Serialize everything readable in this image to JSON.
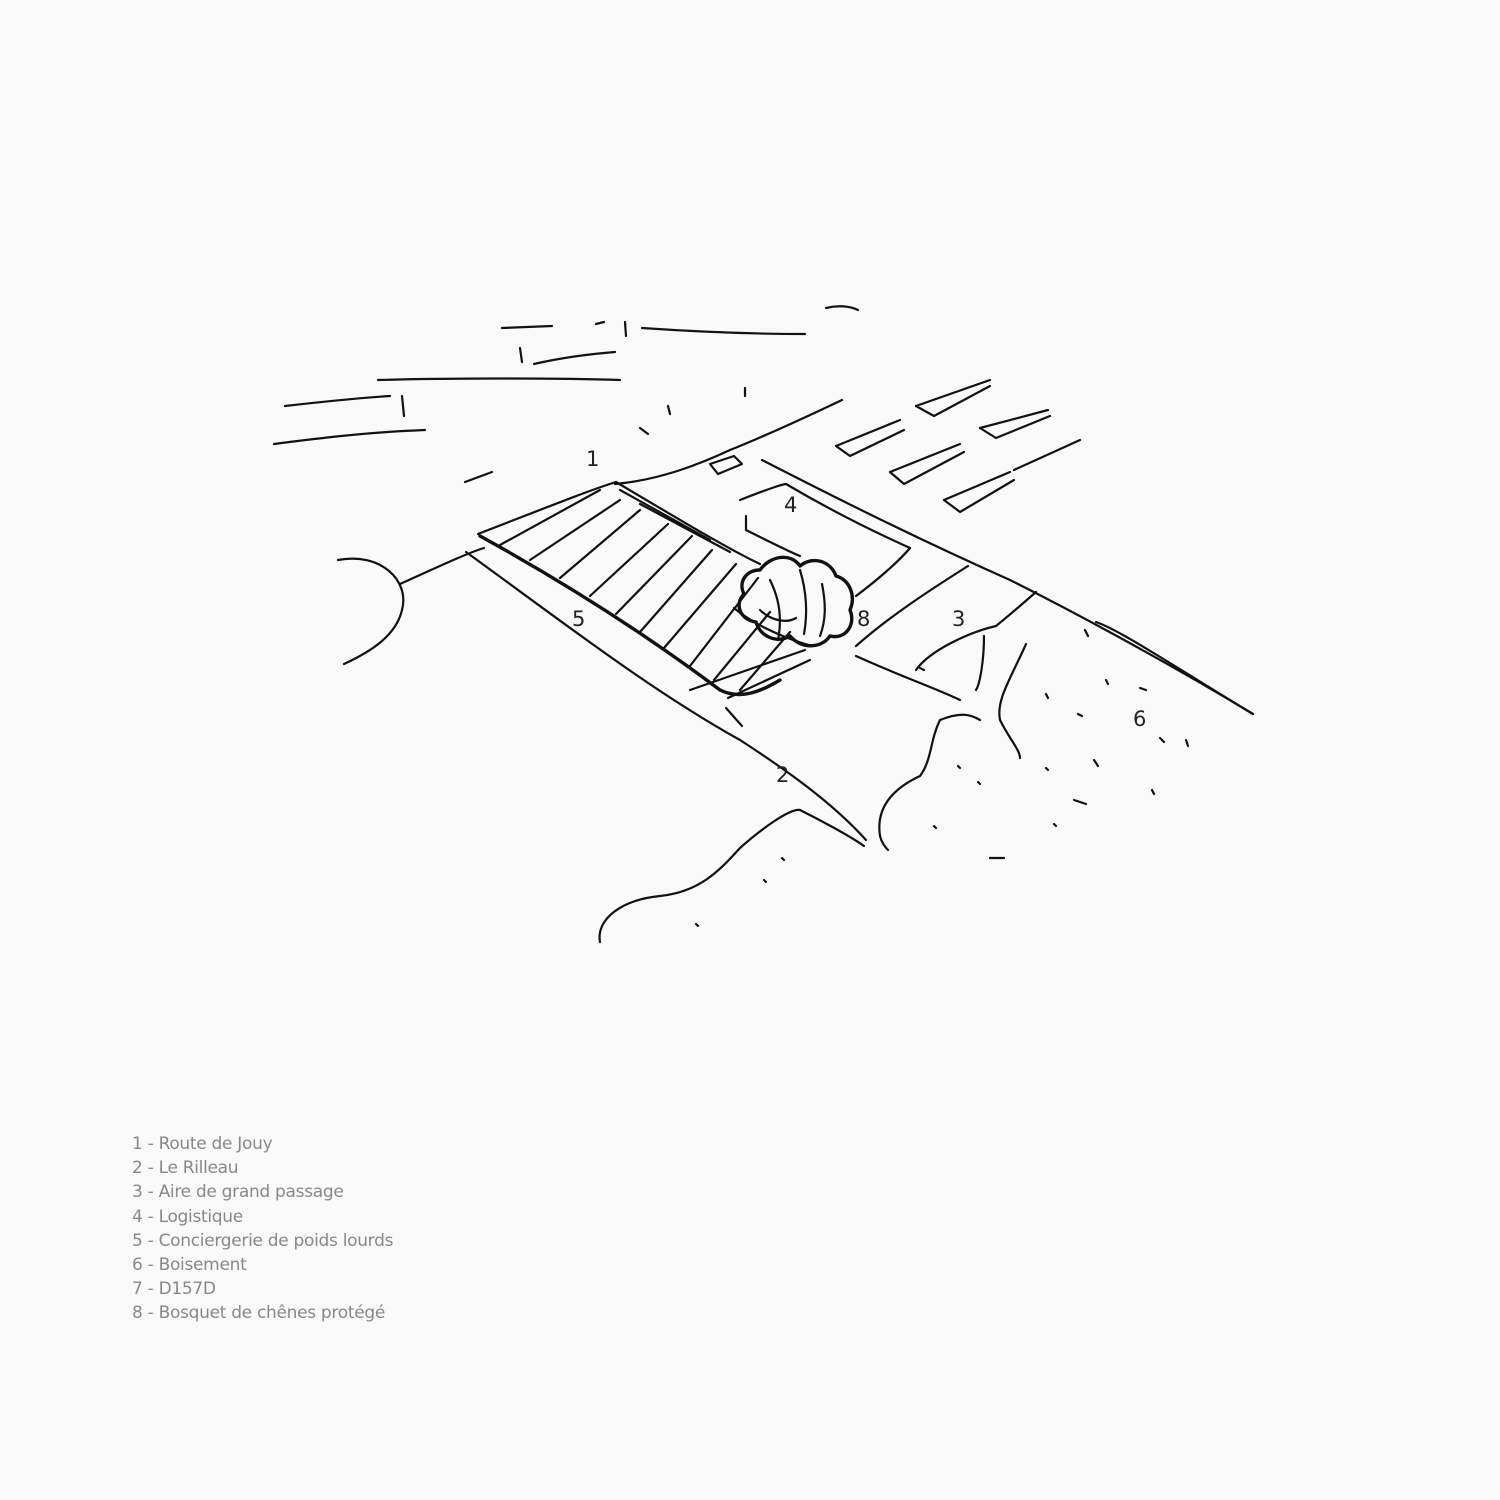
{
  "markers": [
    "1",
    "2",
    "3",
    "4",
    "5",
    "6",
    "8"
  ],
  "legend": [
    {
      "num": "1",
      "label": "Route de Jouy"
    },
    {
      "num": "2",
      "label": "Le Rilleau"
    },
    {
      "num": "3",
      "label": "Aire de grand passage"
    },
    {
      "num": "4",
      "label": "Logistique"
    },
    {
      "num": "5",
      "label": "Conciergerie de poids lourds"
    },
    {
      "num": "6",
      "label": "Boisement"
    },
    {
      "num": "7",
      "label": "D157D"
    },
    {
      "num": "8",
      "label": "Bosquet de chênes protégé"
    }
  ],
  "separator": " - "
}
